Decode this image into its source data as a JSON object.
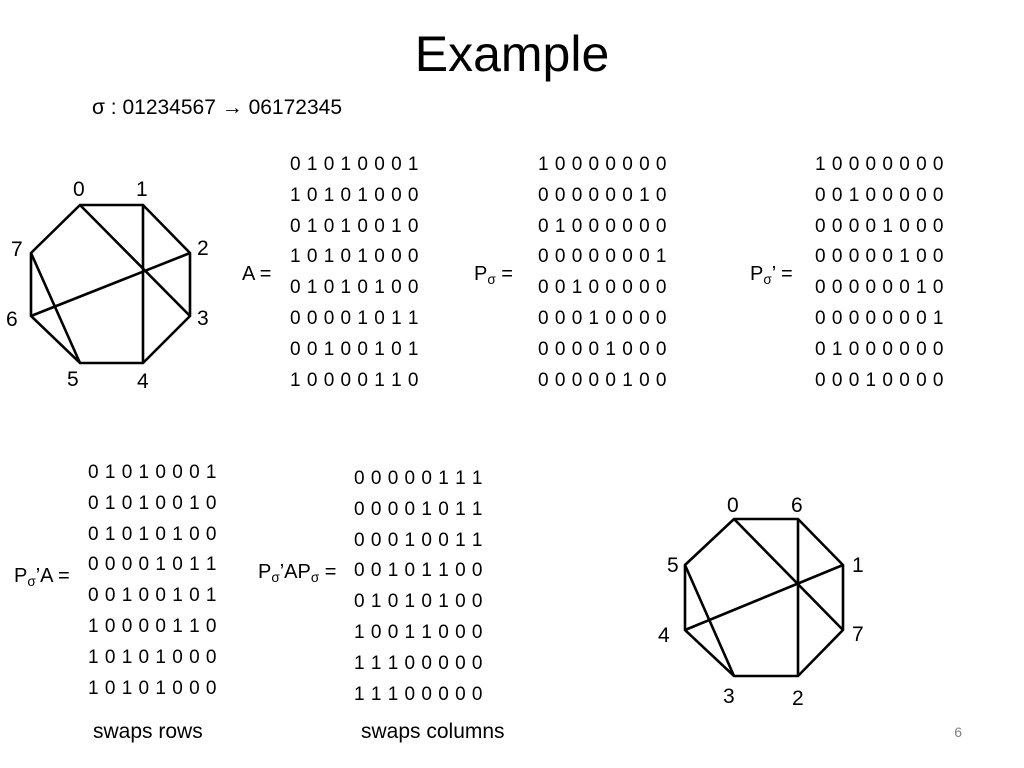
{
  "slide": {
    "title": "Example",
    "permutation": "σ : 01234567 → 06172345",
    "page_number": "6"
  },
  "matrices": {
    "A": {
      "label_main": "A =",
      "rows": [
        "0 1 0 1 0 0 0 1",
        "1 0 1 0 1 0 0 0",
        "0 1 0 1 0 0 1 0",
        "1 0 1 0 1 0 0 0",
        "0 1 0 1 0 1 0 0",
        "0 0 0 0 1 0 1 1",
        "0 0 1 0 0 1 0 1",
        "1 0 0 0 0 1 1 0"
      ]
    },
    "P": {
      "label_main": "P",
      "label_sub": "σ",
      "label_tail": " =",
      "rows": [
        "1 0 0 0 0 0 0 0",
        "0 0 0 0 0 0 1 0",
        "0 1 0 0 0 0 0 0",
        "0 0 0 0 0 0 0 1",
        "0 0 1 0 0 0 0 0",
        "0 0 0 1 0 0 0 0",
        "0 0 0 0 1 0 0 0",
        "0 0 0 0 0 1 0 0"
      ]
    },
    "Pt": {
      "label_main": "P",
      "label_sub": "σ",
      "label_tail": "’ =",
      "rows": [
        "1 0 0 0 0 0 0 0",
        "0 0 1 0 0 0 0 0",
        "0 0 0 0 1 0 0 0",
        "0 0 0 0 0 1 0 0",
        "0 0 0 0 0 0 1 0",
        "0 0 0 0 0 0 0 1",
        "0 1 0 0 0 0 0 0",
        "0 0 0 1 0 0 0 0"
      ]
    },
    "PtA": {
      "label_main": "P",
      "label_sub": "σ",
      "label_tail": "’A =",
      "rows": [
        "0 1 0 1 0 0 0 1",
        "0 1 0 1 0 0 1 0",
        "0 1 0 1 0 1 0 0",
        "0 0 0 0 1 0 1 1",
        "0 0 1 0 0 1 0 1",
        "1 0 0 0 0 1 1 0",
        "1 0 1 0 1 0 0 0",
        "1 0 1 0 1 0 0 0"
      ],
      "caption": "swaps rows"
    },
    "PtAP": {
      "label_main": "P",
      "label_sub": "σ",
      "label_mid": "’AP",
      "label_sub2": "σ",
      "label_tail": " =",
      "rows": [
        "0 0 0 0 0 1 1 1",
        "0 0 0 0 1 0 1 1",
        "0 0 0 1 0 0 1 1",
        "0 0 1 0 1 1 0 0",
        "0 1 0 1 0 1 0 0",
        "1 0 0 1 1 0 0 0",
        "1 1 1 0 0 0 0 0",
        "1 1 1 0 0 0 0 0"
      ],
      "caption": "swaps columns"
    }
  },
  "graphs": {
    "original": {
      "vertex_labels": [
        "0",
        "1",
        "2",
        "3",
        "4",
        "5",
        "6",
        "7"
      ]
    },
    "permuted": {
      "vertex_labels": [
        "0",
        "6",
        "1",
        "7",
        "2",
        "3",
        "4",
        "5"
      ]
    }
  }
}
